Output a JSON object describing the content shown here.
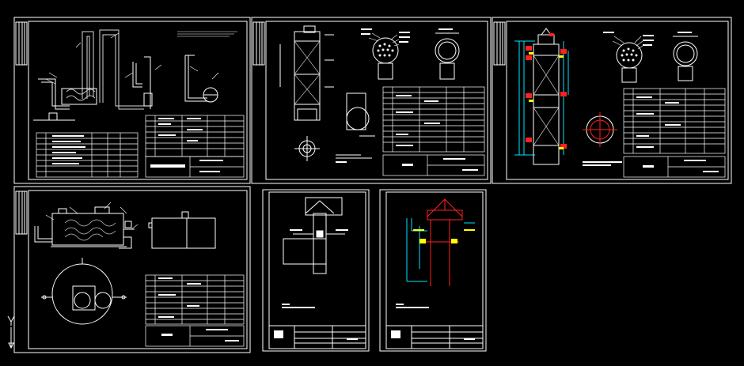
{
  "window": {
    "title": ""
  },
  "colors": {
    "background": "#000000",
    "line_white": "#ffffff",
    "line_red": "#ff2020",
    "line_cyan": "#00e5ff",
    "line_yellow": "#ffff00",
    "line_gray": "#c0c0c0"
  },
  "sheets": [
    {
      "id": "sheet-1",
      "content": "piping-assembly"
    },
    {
      "id": "sheet-2",
      "content": "column-elevation"
    },
    {
      "id": "sheet-3",
      "content": "column-elevation-colored"
    },
    {
      "id": "sheet-4",
      "content": "tank-and-coil"
    },
    {
      "id": "sheet-5",
      "content": "hood-outlet"
    },
    {
      "id": "sheet-6",
      "content": "hood-outlet-colored"
    }
  ],
  "ucs_icon": {
    "name": "ucs-axis-icon",
    "label": "Y"
  }
}
